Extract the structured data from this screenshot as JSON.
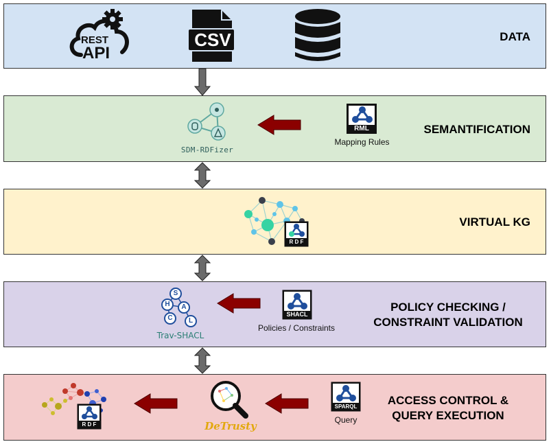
{
  "bands": {
    "data": {
      "title": "DATA",
      "color": "#d3e3f4"
    },
    "semantification": {
      "title": "SEMANTIFICATION",
      "color": "#d9ead3"
    },
    "virtual_kg": {
      "title": "VIRTUAL KG",
      "color": "#fff2cc"
    },
    "policy": {
      "title_line1": "POLICY CHECKING /",
      "title_line2": "CONSTRAINT VALIDATION",
      "color": "#d9d2e9"
    },
    "access": {
      "title_line1": "ACCESS CONTROL &",
      "title_line2": "QUERY EXECUTION",
      "color": "#f4cccc"
    }
  },
  "data_sources": {
    "api_line1": "REST",
    "api_line2": "API",
    "csv": "CSV"
  },
  "semantification": {
    "tool_name": "SDM-RDFizer",
    "rule_badge": "RML",
    "rule_caption": "Mapping Rules"
  },
  "virtual_kg": {
    "badge": "R D F"
  },
  "policy": {
    "tool_name": "Trav-SHACL",
    "letters": [
      "S",
      "H",
      "A",
      "C",
      "L"
    ],
    "rule_badge": "SHACL",
    "rule_caption": "Policies / Constraints"
  },
  "access": {
    "tool_name": "DeTrusty",
    "rule_badge": "SPARQL",
    "rule_caption": "Query",
    "result_badge": "R D F"
  },
  "colors": {
    "arrow_red": "#8b0000",
    "arrow_gray": "#6b6b6b",
    "rdf_blue": "#1f4e9c",
    "kg_teal": "#36d3a3"
  }
}
